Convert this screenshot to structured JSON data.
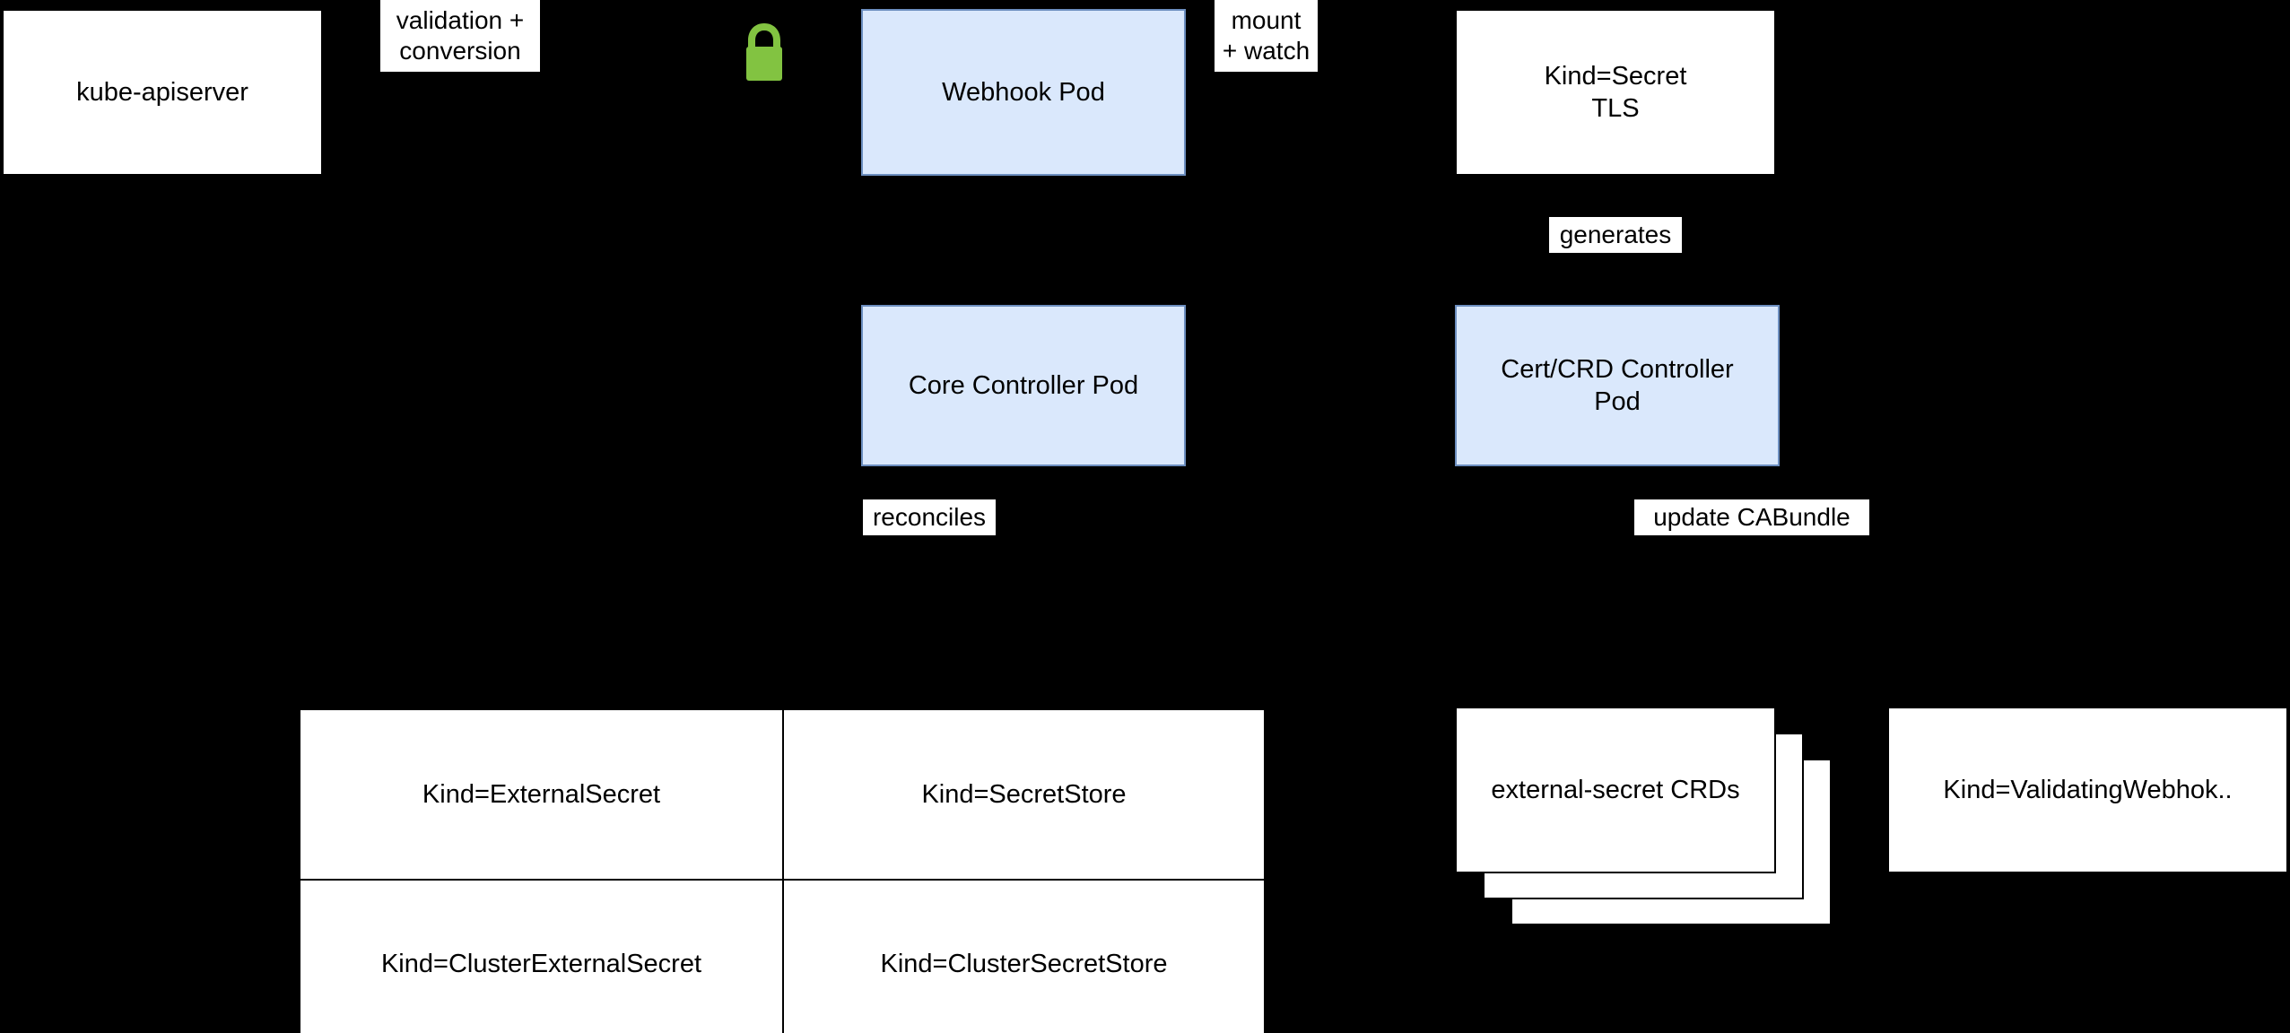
{
  "diagram": {
    "title": "External Secrets Operator components",
    "background_color": "#000000",
    "palette": {
      "pod_fill": "#dae8fc",
      "pod_stroke": "#6c8ebf",
      "resource_fill": "#ffffff",
      "resource_stroke": "#000000",
      "lock_green": "#82c341",
      "text": "#000000"
    }
  },
  "nodes": {
    "kube_apiserver": {
      "label": "kube-apiserver"
    },
    "webhook_pod": {
      "label": "Webhook Pod"
    },
    "secret_tls": {
      "label": "Kind=Secret\nTLS"
    },
    "core_controller_pod": {
      "label": "Core Controller Pod"
    },
    "cert_crd_controller_pod": {
      "label": "Cert/CRD Controller\nPod"
    },
    "external_secret_crds": {
      "label": "external-secret CRDs"
    },
    "validating_webhook": {
      "label": "Kind=ValidatingWebhok.."
    }
  },
  "edge_labels": {
    "validation_conversion": "validation +\nconversion",
    "mount_watch": "mount\n+ watch",
    "generates": "generates",
    "reconciles": "reconciles",
    "update_cabundle": "update CABundle"
  },
  "icons": {
    "tls_lock": "lock-icon"
  },
  "kind_table": {
    "rows": [
      [
        "Kind=ExternalSecret",
        "Kind=SecretStore"
      ],
      [
        "Kind=ClusterExternalSecret",
        "Kind=ClusterSecretStore"
      ]
    ]
  }
}
